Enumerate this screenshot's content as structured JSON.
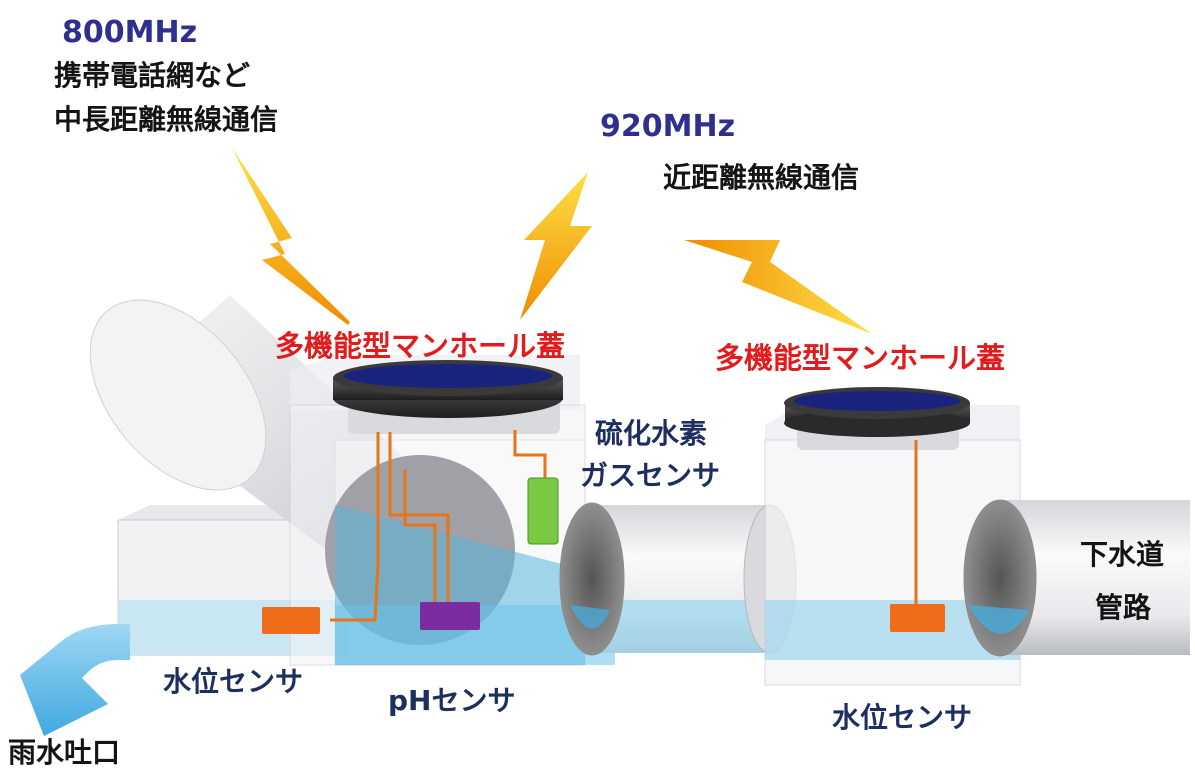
{
  "labels": {
    "freq_800": "800MHz",
    "long_range_line1": "携帯電話網など",
    "long_range_line2": "中長距離無線通信",
    "freq_920": "920MHz",
    "short_range": "近距離無線通信",
    "manhole_cover_left": "多機能型マンホール蓋",
    "manhole_cover_right": "多機能型マンホール蓋",
    "h2s_sensor_line1": "硫化水素",
    "h2s_sensor_line2": "ガスセンサ",
    "sewer_pipe_line1": "下水道",
    "sewer_pipe_line2": "管路",
    "water_level_sensor_left": "水位センサ",
    "ph_sensor": "pHセンサ",
    "water_level_sensor_right": "水位センサ",
    "rainwater_outlet": "雨水吐口"
  },
  "colors": {
    "frequency_text": "#2f2f8f",
    "cover_label": "#e21c1c",
    "sensor_label": "#1d2f5e",
    "lightning": "#f7b500",
    "water": "#4fb6e3",
    "cover_lid": "#1a237e",
    "sensor_wire": "#e8741a",
    "h2s_sensor": "#7ac943",
    "ph_sensor": "#7b2ca0",
    "level_sensor": "#ef6c1a"
  }
}
